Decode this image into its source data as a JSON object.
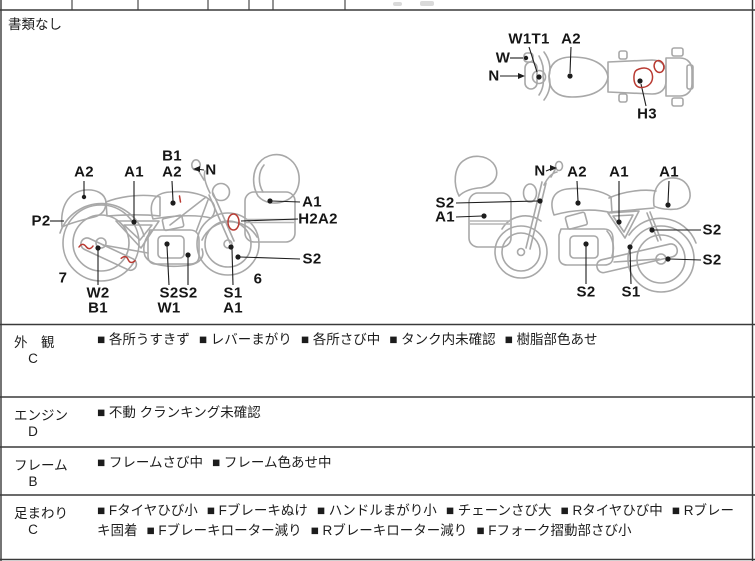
{
  "doc_note": "書類なし",
  "bullet": "■",
  "diagram_labels": {
    "top": [
      "W1T1",
      "A2",
      "W",
      "N",
      "H3"
    ],
    "left": [
      "B1",
      "A2",
      "A1",
      "A2",
      "N",
      "P2",
      "A1",
      "H2A2",
      "S2",
      "7",
      "W2",
      "B1",
      "S2",
      "S2",
      "W1",
      "S1",
      "A1",
      "6"
    ],
    "right": [
      "N",
      "A2",
      "A1",
      "A1",
      "S2",
      "A1",
      "S2",
      "S2",
      "S2",
      "S1"
    ]
  },
  "inspection_rows": [
    {
      "category": "外　観",
      "grade": "C",
      "items": [
        "各所うすきず",
        "レバーまがり",
        "各所さび中",
        "タンク内未確認",
        "樹脂部色あせ"
      ]
    },
    {
      "category": "エンジン",
      "grade": "D",
      "items": [
        "不動 クランキング未確認"
      ]
    },
    {
      "category": "フレーム",
      "grade": "B",
      "items": [
        "フレームさび中",
        "フレーム色あせ中"
      ]
    },
    {
      "category": "足まわり",
      "grade": "C",
      "items": [
        "Fタイヤひび小",
        "Fブレーキぬけ",
        "ハンドルまがり小",
        "チェーンさび大",
        "Rタイヤひび中",
        "Rブレーキ固着",
        "Fブレーキローター減り",
        "Rブレーキローター減り",
        "Fフォーク摺動部さび小"
      ]
    }
  ],
  "colors": {
    "art_gray": "#a8a8a8",
    "mark_red": "#b93a32",
    "line_dark": "#3a3a3a",
    "text": "#1c1c1c"
  }
}
